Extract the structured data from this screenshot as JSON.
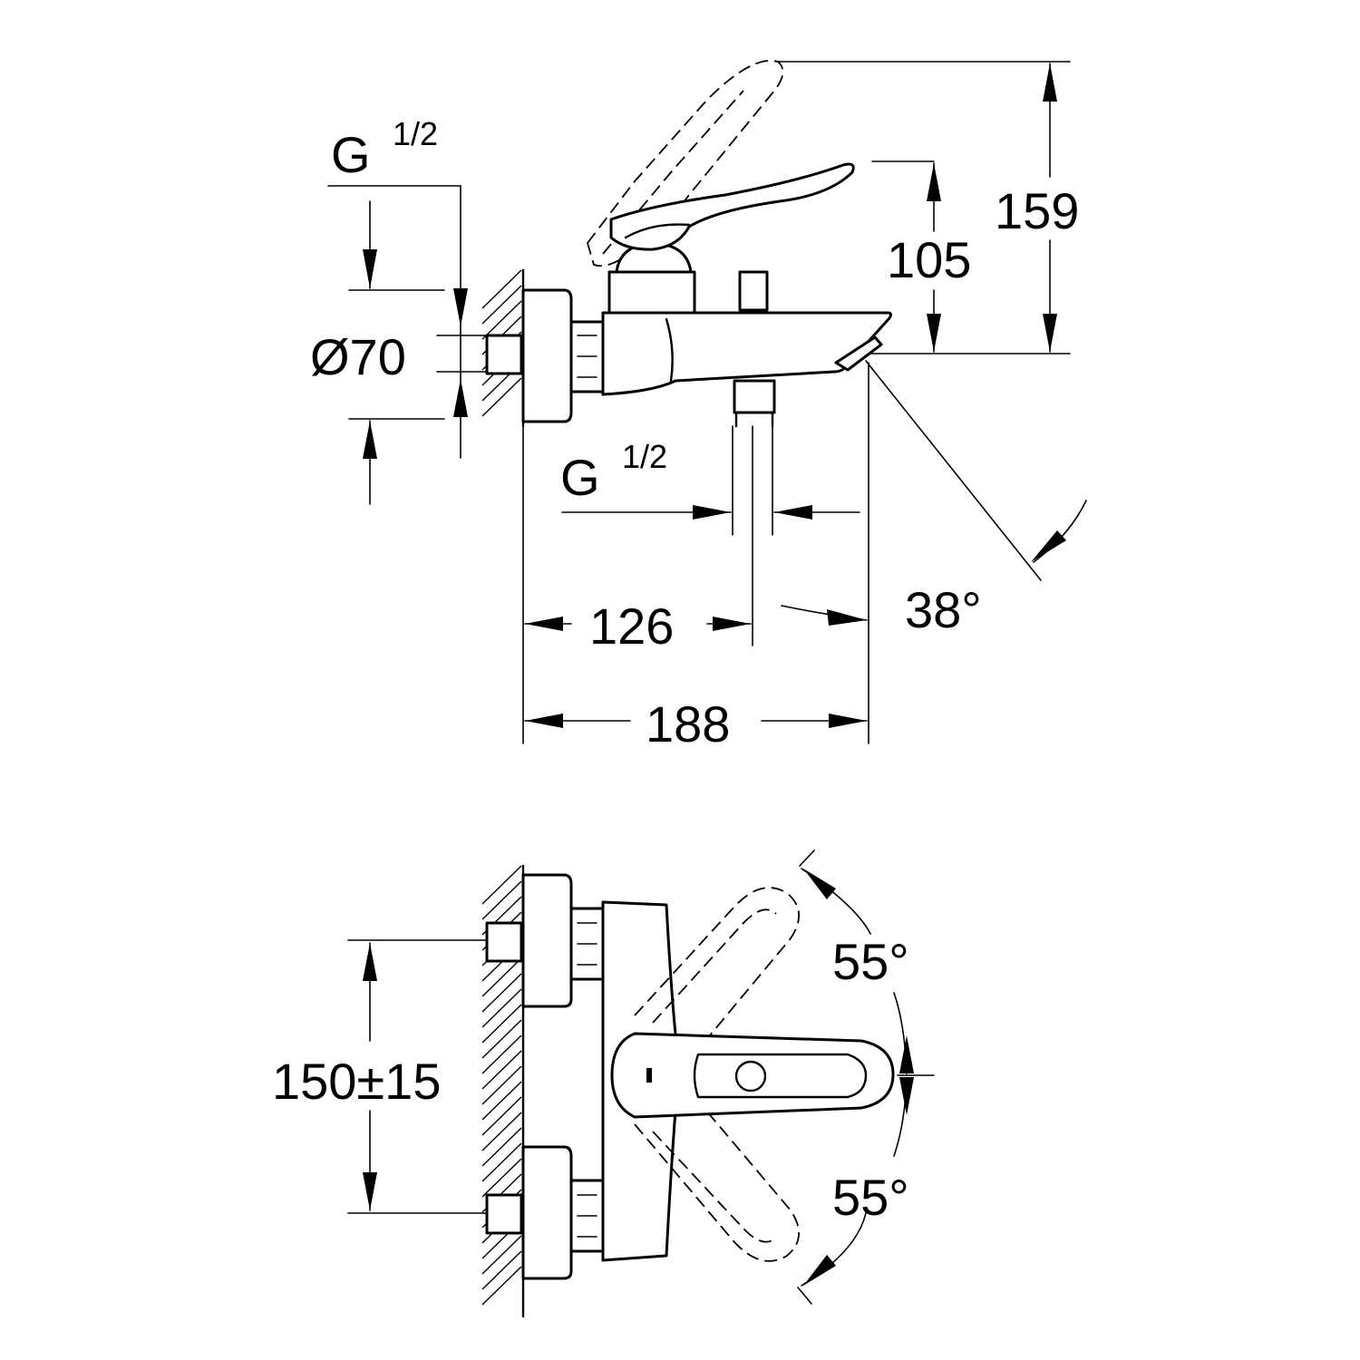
{
  "side_view": {
    "thread_top": {
      "main": "G",
      "fraction": "1/2"
    },
    "thread_bottom": {
      "main": "G",
      "fraction": "1/2"
    },
    "diameter": "Ø70",
    "height_lever": "105",
    "height_total": "159",
    "spout_length": "126",
    "total_depth": "188",
    "spout_angle": "38°"
  },
  "front_view": {
    "inlet_spacing": "150±15",
    "rotation_up": "55°",
    "rotation_down": "55°"
  },
  "icons": [
    "wall-hatch-icon",
    "faucet-side-icon",
    "faucet-front-icon",
    "lever-handle-icon"
  ]
}
